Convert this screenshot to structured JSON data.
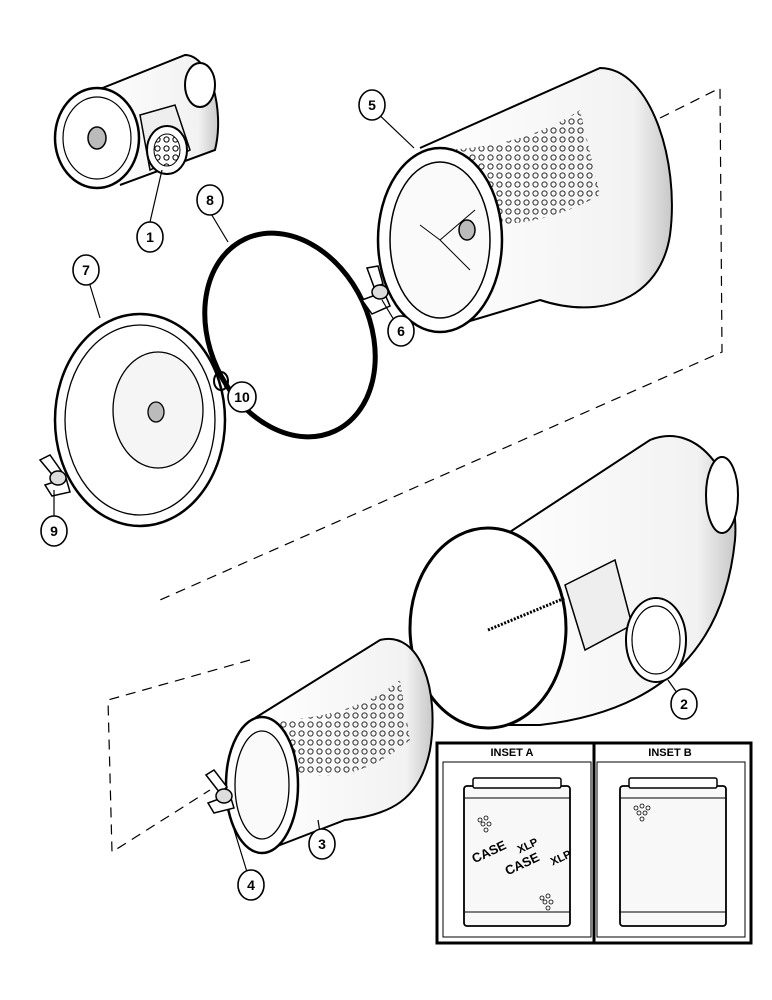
{
  "callouts": {
    "c1": "1",
    "c2": "2",
    "c3": "3",
    "c4": "4",
    "c5": "5",
    "c6": "6",
    "c7": "7",
    "c8": "8",
    "c9": "9",
    "c10": "10"
  },
  "insets": {
    "a": {
      "title": "INSET A",
      "brand": "CASE",
      "model": "XLP"
    },
    "b": {
      "title": "INSET B"
    }
  },
  "colors": {
    "line": "#000000",
    "paper": "#ffffff",
    "shade": "#d9d9d9"
  }
}
